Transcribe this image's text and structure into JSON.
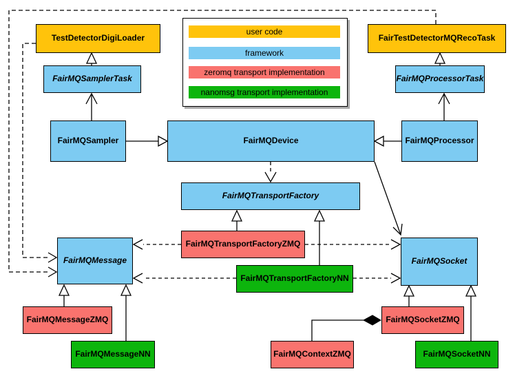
{
  "diagram_type": "uml-class-diagram",
  "palette": {
    "user_code": "#FFC30B",
    "framework": "#7DCBF2",
    "zeromq_impl": "#F9736E",
    "nanomsg_impl": "#0DB50D",
    "border": "#000000",
    "background": "#FFFFFF"
  },
  "legend": {
    "items": [
      {
        "label": "user code",
        "color": "#FFC30B"
      },
      {
        "label": "framework",
        "color": "#7DCBF2"
      },
      {
        "label": "zeromq transport implementation",
        "color": "#F9736E"
      },
      {
        "label": "nanomsg transport implementation",
        "color": "#0DB50D"
      }
    ]
  },
  "nodes": {
    "testDetectorDigiLoader": {
      "label": "TestDetectorDigiLoader",
      "category": "user code",
      "abstract": false
    },
    "fairTestDetectorMQRecoTask": {
      "label": "FairTestDetectorMQRecoTask",
      "category": "user code",
      "abstract": false
    },
    "fairMQSamplerTask": {
      "label": "FairMQSamplerTask",
      "category": "framework",
      "abstract": true
    },
    "fairMQProcessorTask": {
      "label": "FairMQProcessorTask",
      "category": "framework",
      "abstract": true
    },
    "fairMQSampler": {
      "label": "FairMQSampler",
      "category": "framework",
      "abstract": false
    },
    "fairMQDevice": {
      "label": "FairMQDevice",
      "category": "framework",
      "abstract": false
    },
    "fairMQProcessor": {
      "label": "FairMQProcessor",
      "category": "framework",
      "abstract": false
    },
    "fairMQTransportFactory": {
      "label": "FairMQTransportFactory",
      "category": "framework",
      "abstract": true
    },
    "fairMQMessage": {
      "label": "FairMQMessage",
      "category": "framework",
      "abstract": true
    },
    "fairMQSocket": {
      "label": "FairMQSocket",
      "category": "framework",
      "abstract": true
    },
    "fairMQTransportFactoryZMQ": {
      "label": "FairMQTransportFactoryZMQ",
      "category": "zeromq transport implementation",
      "abstract": false
    },
    "fairMQMessageZMQ": {
      "label": "FairMQMessageZMQ",
      "category": "zeromq transport implementation",
      "abstract": false
    },
    "fairMQSocketZMQ": {
      "label": "FairMQSocketZMQ",
      "category": "zeromq transport implementation",
      "abstract": false
    },
    "fairMQContextZMQ": {
      "label": "FairMQContextZMQ",
      "category": "zeromq transport implementation",
      "abstract": false
    },
    "fairMQTransportFactoryNN": {
      "label": "FairMQTransportFactoryNN",
      "category": "nanomsg transport implementation",
      "abstract": false
    },
    "fairMQMessageNN": {
      "label": "FairMQMessageNN",
      "category": "nanomsg transport implementation",
      "abstract": false
    },
    "fairMQSocketNN": {
      "label": "FairMQSocketNN",
      "category": "nanomsg transport implementation",
      "abstract": false
    }
  },
  "edges": [
    {
      "from": "FairMQSamplerTask",
      "to": "TestDetectorDigiLoader",
      "type": "generalization-triangle"
    },
    {
      "from": "FairMQProcessorTask",
      "to": "FairTestDetectorMQRecoTask",
      "type": "generalization-triangle"
    },
    {
      "from": "FairMQSampler",
      "to": "FairMQSamplerTask",
      "type": "open-arrow"
    },
    {
      "from": "FairMQProcessor",
      "to": "FairMQProcessorTask",
      "type": "open-arrow"
    },
    {
      "from": "FairMQSampler",
      "to": "FairMQDevice",
      "type": "generalization-triangle"
    },
    {
      "from": "FairMQProcessor",
      "to": "FairMQDevice",
      "type": "generalization-triangle"
    },
    {
      "from": "FairMQDevice",
      "to": "FairMQTransportFactory",
      "type": "dashed-open-arrow"
    },
    {
      "from": "FairMQDevice",
      "to": "FairMQSocket",
      "type": "open-arrow"
    },
    {
      "from": "TestDetectorDigiLoader",
      "to": "FairMQMessage",
      "type": "dashed-open-arrow"
    },
    {
      "from": "FairTestDetectorMQRecoTask",
      "to": "FairMQMessage",
      "type": "dashed-open-arrow"
    },
    {
      "from": "FairMQTransportFactoryZMQ",
      "to": "FairMQTransportFactory",
      "type": "generalization-triangle"
    },
    {
      "from": "FairMQTransportFactoryNN",
      "to": "FairMQTransportFactory",
      "type": "generalization-triangle"
    },
    {
      "from": "FairMQTransportFactoryZMQ",
      "to": "FairMQMessage",
      "type": "dashed-open-arrow"
    },
    {
      "from": "FairMQTransportFactoryZMQ",
      "to": "FairMQSocket",
      "type": "dashed-open-arrow"
    },
    {
      "from": "FairMQTransportFactoryNN",
      "to": "FairMQMessage",
      "type": "dashed-open-arrow"
    },
    {
      "from": "FairMQTransportFactoryNN",
      "to": "FairMQSocket",
      "type": "dashed-open-arrow"
    },
    {
      "from": "FairMQMessageZMQ",
      "to": "FairMQMessage",
      "type": "generalization-triangle"
    },
    {
      "from": "FairMQMessageNN",
      "to": "FairMQMessage",
      "type": "generalization-triangle"
    },
    {
      "from": "FairMQSocketZMQ",
      "to": "FairMQSocket",
      "type": "generalization-triangle"
    },
    {
      "from": "FairMQSocketNN",
      "to": "FairMQSocket",
      "type": "generalization-triangle"
    },
    {
      "from": "FairMQContextZMQ",
      "to": "FairMQSocketZMQ",
      "type": "composition-diamond"
    }
  ]
}
